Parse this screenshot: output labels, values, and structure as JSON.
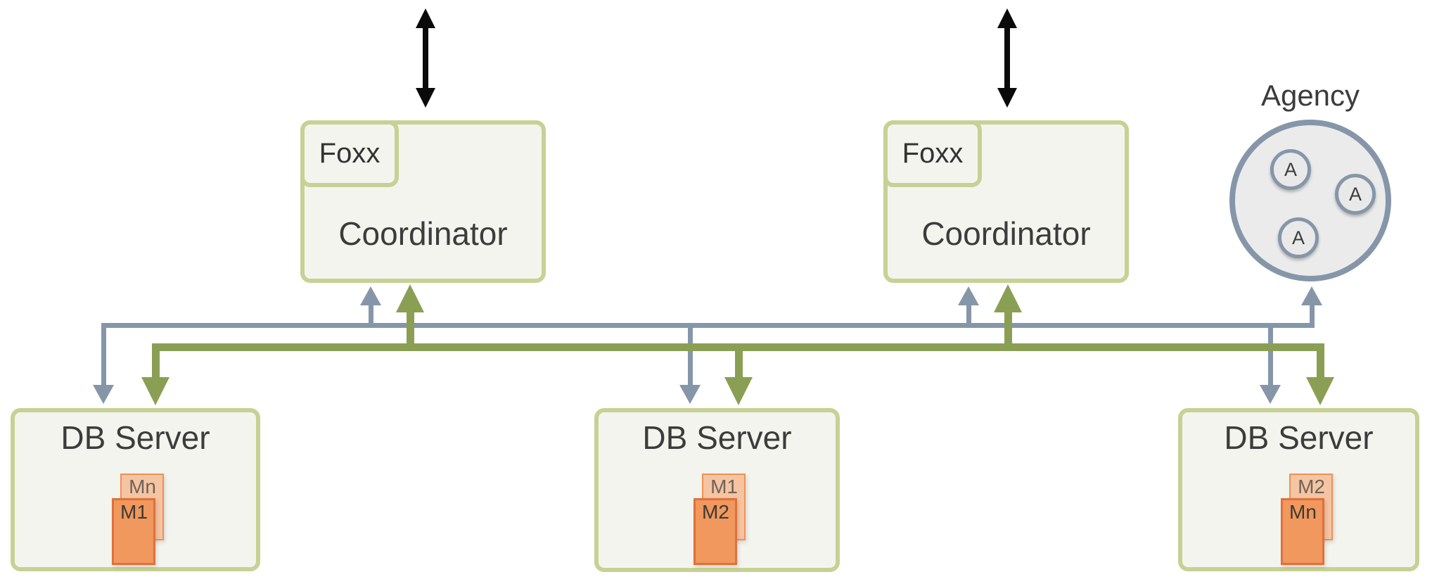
{
  "colors": {
    "blue": "#8696a9",
    "green": "#8b9f54",
    "black": "#0a0a0a",
    "box-border": "#c7d194",
    "box-fill": "#f4f4ef",
    "agency-fill": "#ebebeb",
    "card-back-fill": "#f5c4a2",
    "card-back-border": "#ee9254",
    "card-front-fill": "#f0985e",
    "card-front-border": "#e0713a"
  },
  "coordinators": [
    {
      "badge": "Foxx",
      "label": "Coordinator"
    },
    {
      "badge": "Foxx",
      "label": "Coordinator"
    }
  ],
  "agency": {
    "label": "Agency",
    "nodes": [
      {
        "label": "A"
      },
      {
        "label": "A"
      },
      {
        "label": "A"
      }
    ]
  },
  "db_servers": [
    {
      "label": "DB Server",
      "back_shard": "Mn",
      "front_shard": "M1"
    },
    {
      "label": "DB Server",
      "back_shard": "M1",
      "front_shard": "M2"
    },
    {
      "label": "DB Server",
      "back_shard": "M2",
      "front_shard": "Mn"
    }
  ]
}
